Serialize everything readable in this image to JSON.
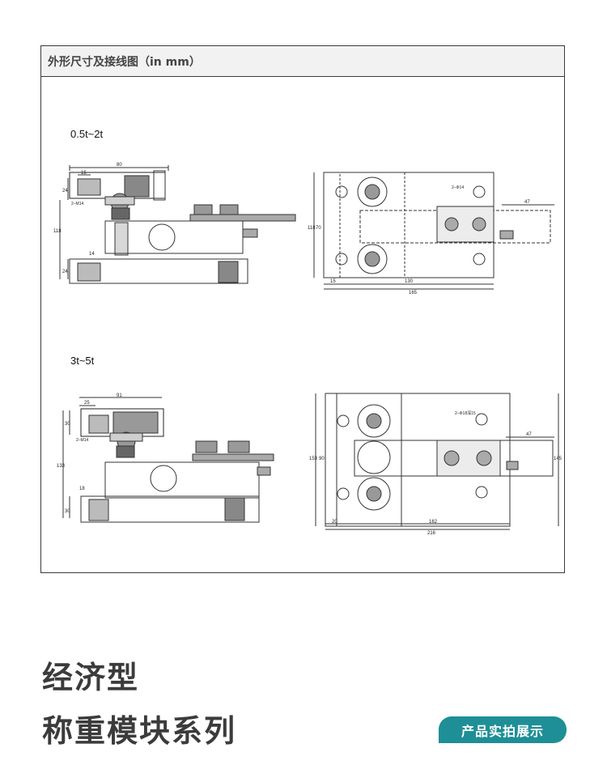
{
  "panel": {
    "header": "外形尺寸及接线图（in mm）"
  },
  "section1": {
    "label": "0.5t~2t",
    "side": {
      "d80": "80",
      "d15": "15",
      "d24a": "24",
      "hole": "2–M14",
      "d118": "118",
      "d14": "14",
      "d24b": "24"
    },
    "top": {
      "hole": "2–Φ14",
      "d47": "47",
      "d118": "118",
      "d70": "70",
      "d15": "15",
      "d130": "130",
      "d165": "165"
    }
  },
  "section2": {
    "label": "3t~5t",
    "side": {
      "d91": "91",
      "d25": "25",
      "d30a": "30",
      "hole": "2–M14",
      "d133": "133",
      "d18": "18",
      "d30b": "30"
    },
    "top": {
      "hole": "2–Φ18深15",
      "d47": "47",
      "d153": "153",
      "d90": "90",
      "d145": "145",
      "d20": "20",
      "d162": "162",
      "d216": "216"
    }
  },
  "titles": {
    "line1": "经济型",
    "line2": "称重模块系列"
  },
  "badge": {
    "label": "产品实拍展示"
  }
}
